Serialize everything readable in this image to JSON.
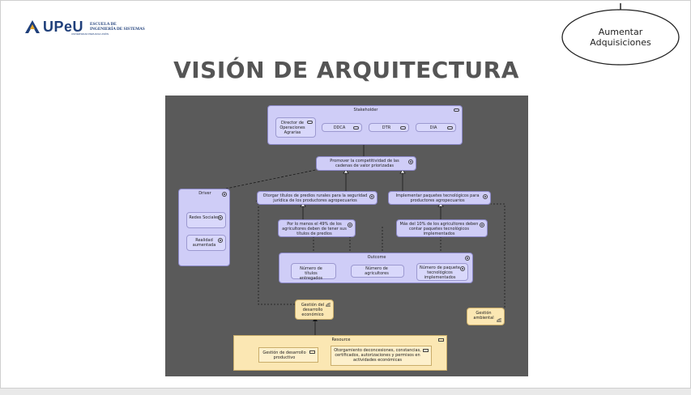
{
  "header": {
    "logo_text": "UPeU",
    "logo_tagline": "UNIVERSIDAD PERUANA UNIÓN",
    "school_line1": "ESCUELA DE",
    "school_line2": "INGENIERÍA DE SISTEMAS"
  },
  "callout": {
    "line1": "Aumentar",
    "line2": "Adquisiciones"
  },
  "title": "VISIÓN DE ARQUITECTURA",
  "diagram": {
    "stakeholder": {
      "title": "Stakeholder",
      "items": [
        "Director de Operaciones Agrarias",
        "DDCA",
        "DTR",
        "DIA"
      ]
    },
    "top_goal": "Promover la competitividad de las cadenas de valor priorizadas",
    "driver": {
      "title": "Driver",
      "items": [
        "Redes Sociales",
        "Realidad aumentada"
      ]
    },
    "goal_left": "Otorgar títulos de predios rurales para la seguridad jurídica de los productores agropecuarios",
    "goal_right": "Implementar paquetes tecnológicos para productores agropecuarios",
    "target_left": "Por lo menos el 49% de los agricultores deben de tener sus títulos de predios",
    "target_right": "Más del 10% de los agricultores deben contar paquetes tecnológicos implementados",
    "outcome": {
      "title": "Outcome",
      "items": [
        "Número de títulos entregados",
        "Número de agricultores",
        "Número de paquete tecnológicos implementados"
      ]
    },
    "gestion_desarrollo": "Gestión del desarrollo económico",
    "gestion_ambiental": "Gestión ambiental",
    "resource": {
      "title": "Resource",
      "items": [
        "Gestión de desarrollo productivo",
        "Otorgamiento deconcesiones, constancias, certificados, autorizaciones y permisos en actividades económicas"
      ]
    }
  },
  "colors": {
    "diagram_bg": "#5a5a5a",
    "motivation_fill": "#cfcdf7",
    "resource_fill": "#fbe7b3",
    "title_color": "#555555",
    "brand_blue": "#1f3f7a"
  }
}
